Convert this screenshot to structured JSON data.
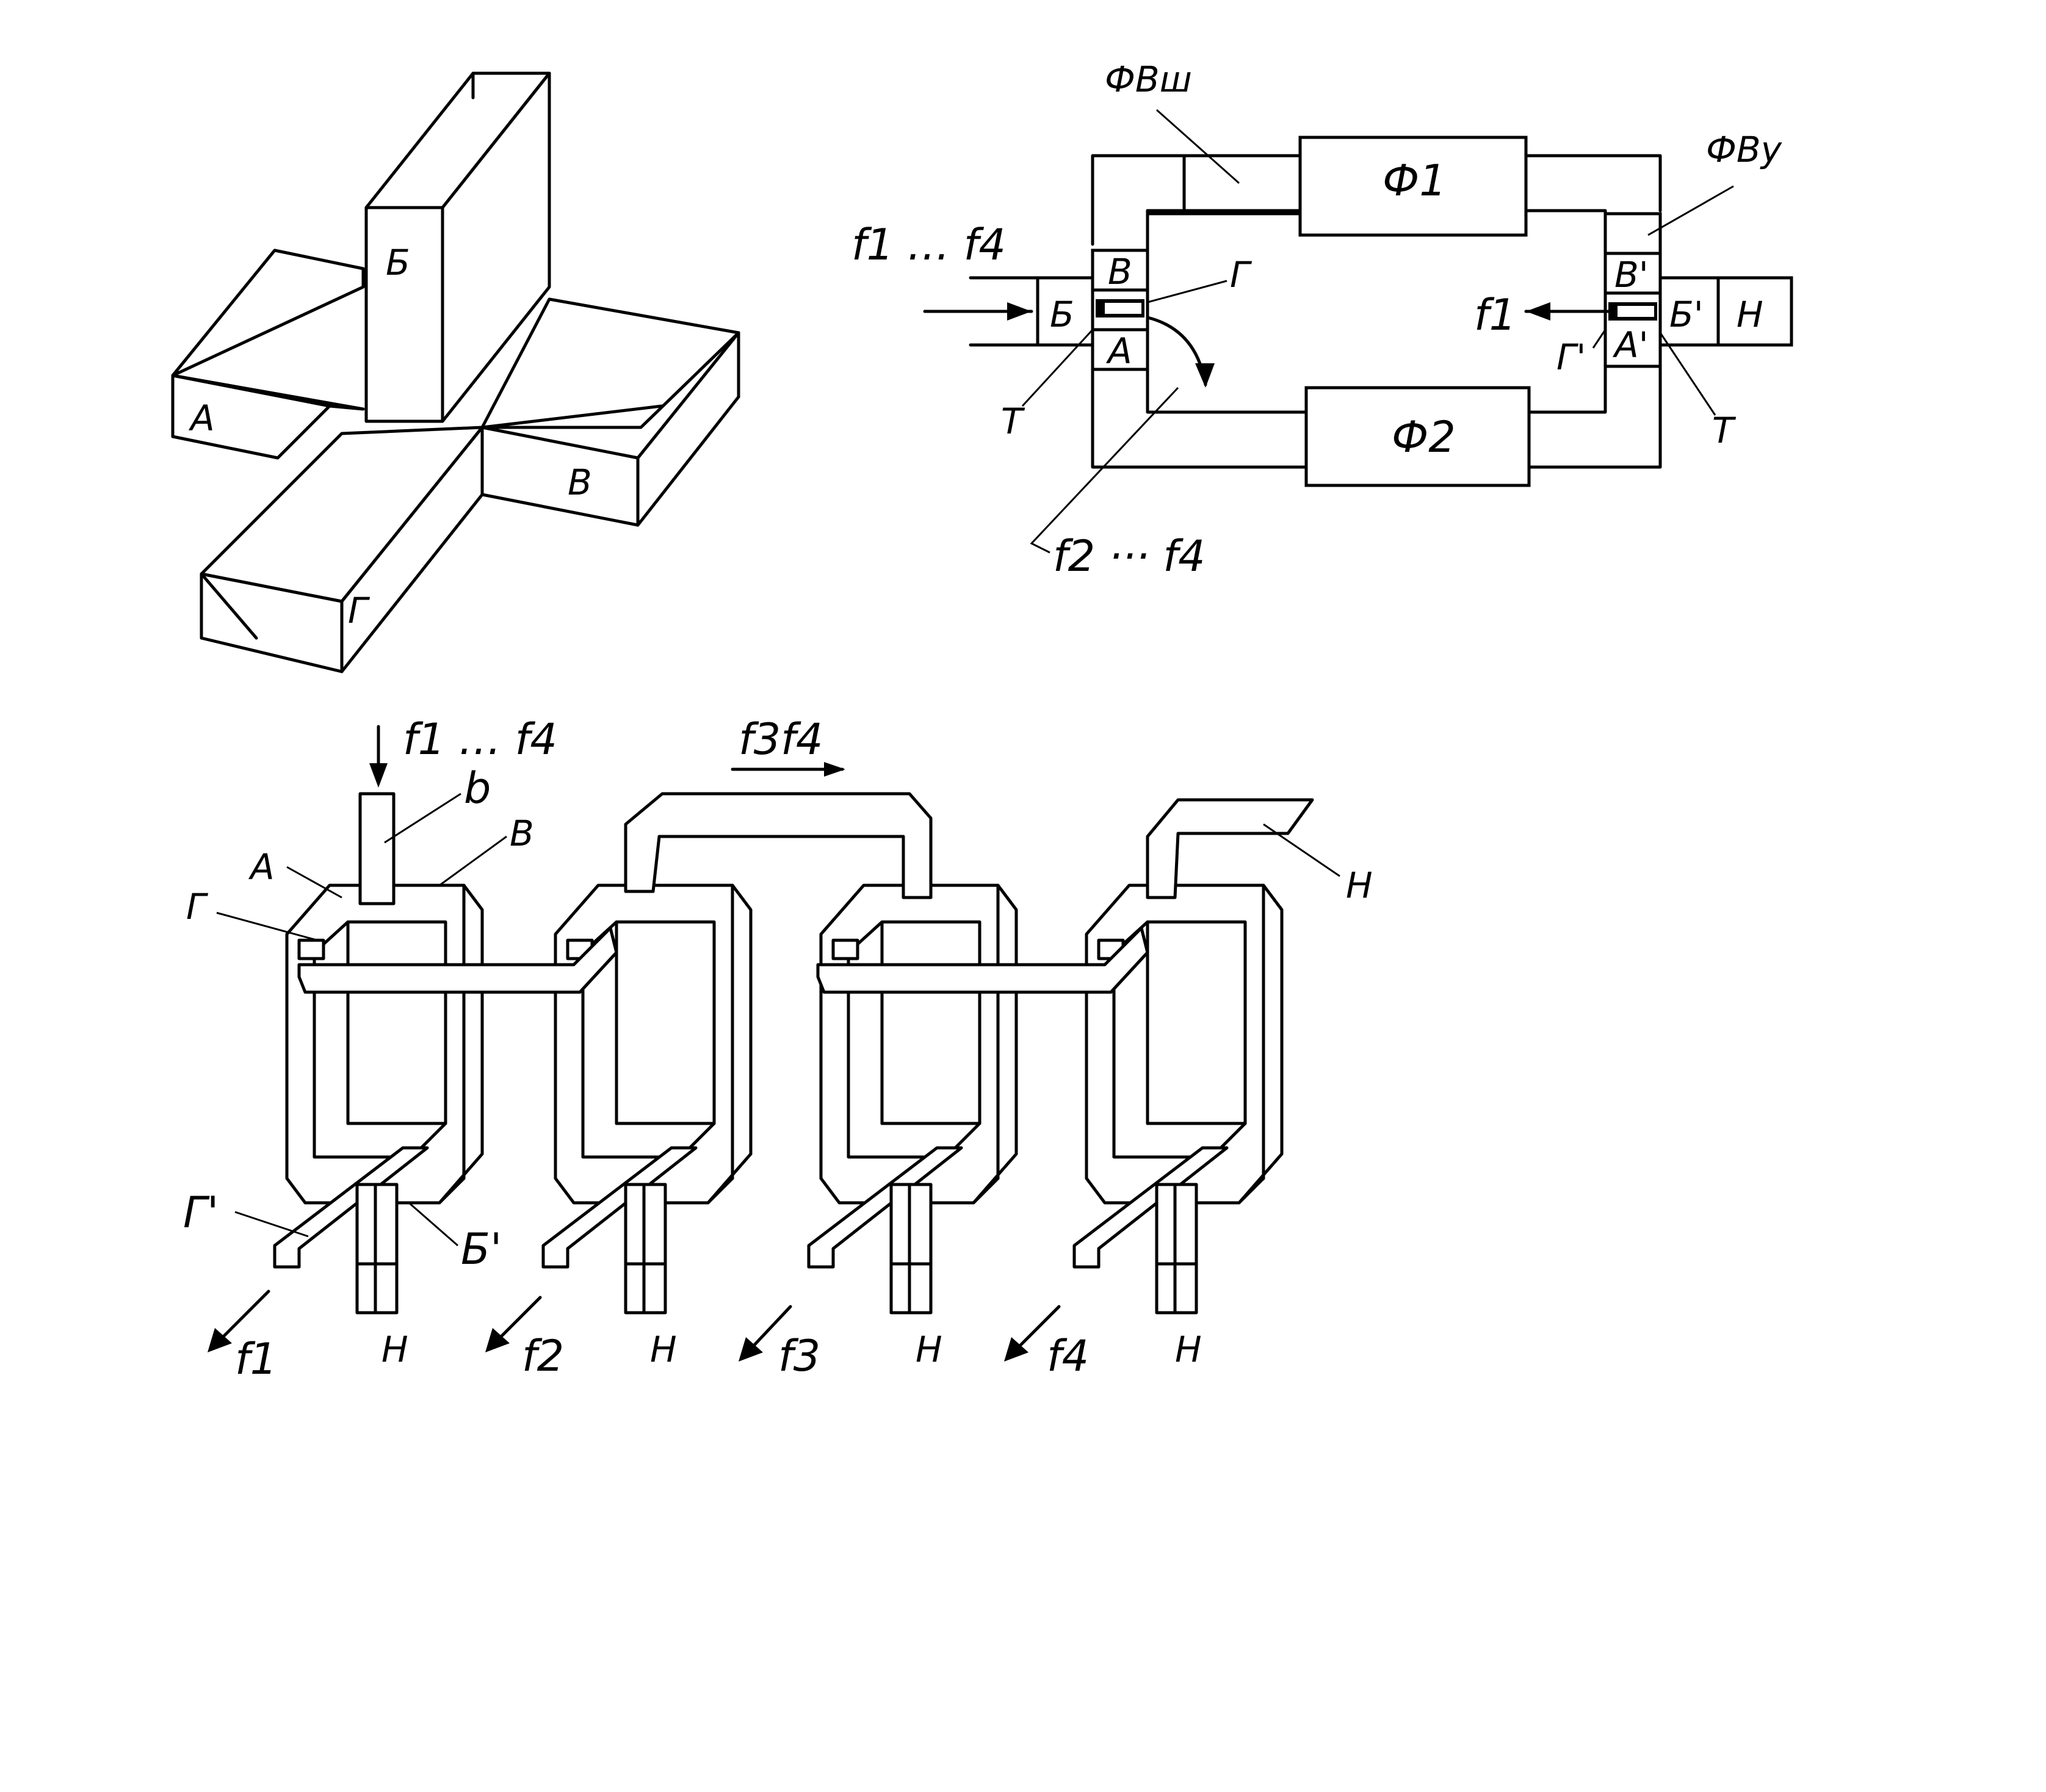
{
  "fig1": {
    "port_a": "А",
    "port_b": "Б",
    "port_v": "В",
    "port_g": "Г"
  },
  "fig2": {
    "input_label": "f1 … f4",
    "phi1": "Ф1",
    "phi2": "Ф2",
    "fvsh": "ФВш",
    "fvu": "ФВу",
    "port_b": "Б",
    "port_v": "В",
    "port_a": "А",
    "port_g": "Г",
    "port_t_left": "Т",
    "port_v2": "В'",
    "port_b2": "Б'",
    "port_a2": "А'",
    "port_g2": "Г'",
    "port_t_right": "Т",
    "load": "Н",
    "output_f1": "f1",
    "bottom_label": "f2 ··· f4"
  },
  "fig3": {
    "input_label": "f1 … f4",
    "b_label": "b",
    "a_label": "А",
    "v_label": "В",
    "g_label": "Г",
    "f3f4_label": "f3f4",
    "h_top": "Н",
    "g2_label": "Г'",
    "b2_label": "Б'",
    "outputs": [
      {
        "f": "f1",
        "h": "Н"
      },
      {
        "f": "f2",
        "h": "Н"
      },
      {
        "f": "f3",
        "h": "Н"
      },
      {
        "f": "f4",
        "h": "Н"
      }
    ]
  }
}
